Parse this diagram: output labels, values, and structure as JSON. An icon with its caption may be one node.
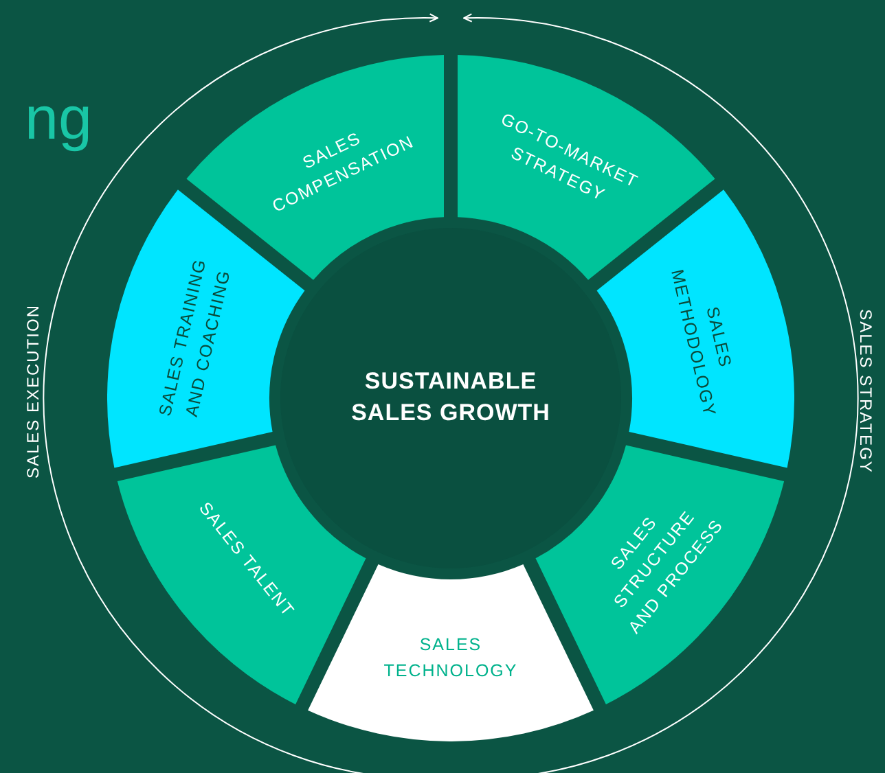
{
  "diagram": {
    "nodes": [
      {
        "text": [
          "SUSTAINABLE SALES GROWTH"
        ]
      },
      {
        "text": [
          "SALES COMPENSATION"
        ]
      },
      {
        "text": [
          "GO-TO-MARKET STRATEGY"
        ]
      },
      {
        "text": [
          "SALES METHODOLOGY"
        ]
      },
      {
        "text": [
          "SALES STRUCTURE AND PROCESS"
        ]
      },
      {
        "text": [
          "SALES TECHNOLOGY"
        ]
      },
      {
        "text": [
          "SALES TALENT"
        ]
      },
      {
        "text": [
          "SALES TRAINING AND COACHING"
        ]
      }
    ],
    "labels": [
      "ng",
      "SALES EXECUTION",
      "SALES STRATEGY"
    ]
  }
}
